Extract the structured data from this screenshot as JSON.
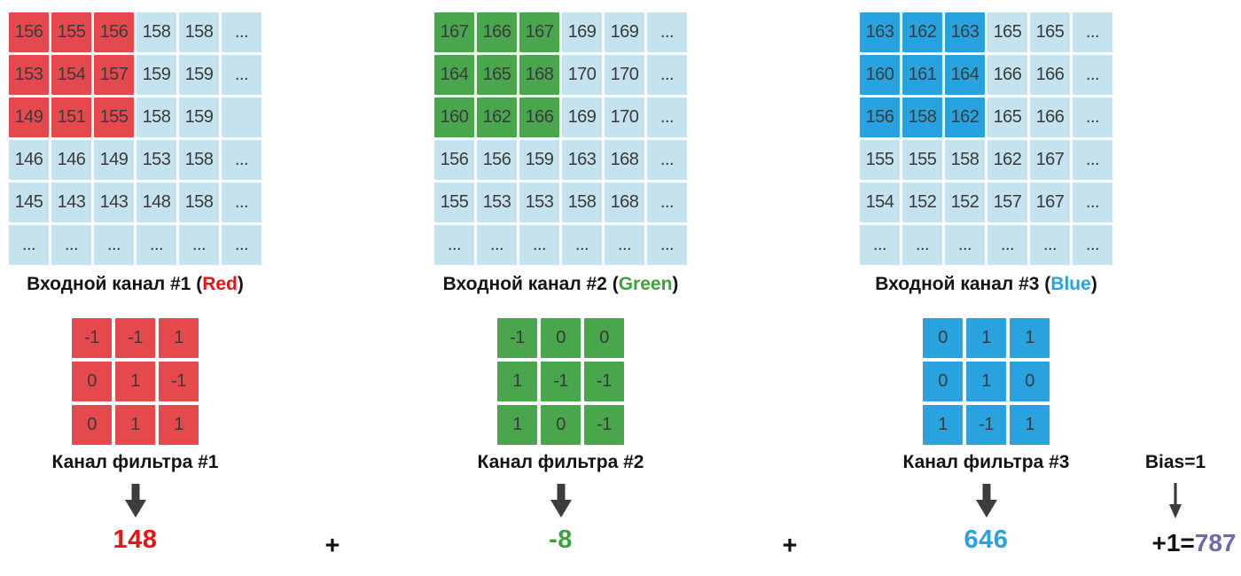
{
  "colors": {
    "cell_base": "#c5e2ef",
    "cell_text": "#3a3a3a",
    "arrow": "#3d3d3d"
  },
  "channels": [
    {
      "label_prefix": "Входной канал #1 (",
      "color_word": "Red",
      "label_suffix": ")",
      "accent": "#e5494d",
      "word_color": "#ee1111",
      "result_color": "#ee1111",
      "highlight_rows": 3,
      "highlight_cols": 3,
      "matrix": [
        [
          "156",
          "155",
          "156",
          "158",
          "158",
          "..."
        ],
        [
          "153",
          "154",
          "157",
          "159",
          "159",
          "..."
        ],
        [
          "149",
          "151",
          "155",
          "158",
          "159",
          ""
        ],
        [
          "146",
          "146",
          "149",
          "153",
          "158",
          "..."
        ],
        [
          "145",
          "143",
          "143",
          "148",
          "158",
          "..."
        ],
        [
          "...",
          "...",
          "...",
          "...",
          "...",
          "..."
        ]
      ],
      "filter_label": "Канал фильтра #1",
      "filter": [
        [
          "-1",
          "-1",
          "1"
        ],
        [
          "0",
          "1",
          "-1"
        ],
        [
          "0",
          "1",
          "1"
        ]
      ],
      "result": "148"
    },
    {
      "label_prefix": "Входной канал #2 (",
      "color_word": "Green",
      "label_suffix": ")",
      "accent": "#4aa64d",
      "word_color": "#3da23d",
      "result_color": "#3da23d",
      "highlight_rows": 3,
      "highlight_cols": 3,
      "matrix": [
        [
          "167",
          "166",
          "167",
          "169",
          "169",
          "..."
        ],
        [
          "164",
          "165",
          "168",
          "170",
          "170",
          "..."
        ],
        [
          "160",
          "162",
          "166",
          "169",
          "170",
          "..."
        ],
        [
          "156",
          "156",
          "159",
          "163",
          "168",
          "..."
        ],
        [
          "155",
          "153",
          "153",
          "158",
          "168",
          "..."
        ],
        [
          "...",
          "...",
          "...",
          "...",
          "...",
          "..."
        ]
      ],
      "filter_label": "Канал фильтра #2",
      "filter": [
        [
          "-1",
          "0",
          "0"
        ],
        [
          "1",
          "-1",
          "-1"
        ],
        [
          "1",
          "0",
          "-1"
        ]
      ],
      "result": "-8"
    },
    {
      "label_prefix": "Входной канал #3 (",
      "color_word": "Blue",
      "label_suffix": ")",
      "accent": "#29a3e0",
      "word_color": "#29a3e0",
      "result_color": "#29a3e0",
      "highlight_rows": 3,
      "highlight_cols": 3,
      "matrix": [
        [
          "163",
          "162",
          "163",
          "165",
          "165",
          "..."
        ],
        [
          "160",
          "161",
          "164",
          "166",
          "166",
          "..."
        ],
        [
          "156",
          "158",
          "162",
          "165",
          "166",
          "..."
        ],
        [
          "155",
          "155",
          "158",
          "162",
          "167",
          "..."
        ],
        [
          "154",
          "152",
          "152",
          "157",
          "167",
          "..."
        ],
        [
          "...",
          "...",
          "...",
          "...",
          "...",
          "..."
        ]
      ],
      "filter_label": "Канал фильтра #3",
      "filter": [
        [
          "0",
          "1",
          "1"
        ],
        [
          "0",
          "1",
          "0"
        ],
        [
          "1",
          "-1",
          "1"
        ]
      ],
      "result": "646"
    }
  ],
  "operators": {
    "plus_1": "+",
    "plus_2": "+"
  },
  "bias": {
    "label": "Bias=1",
    "formula_prefix": "+1=",
    "formula_result": "787",
    "result_color": "#6a69b2"
  }
}
